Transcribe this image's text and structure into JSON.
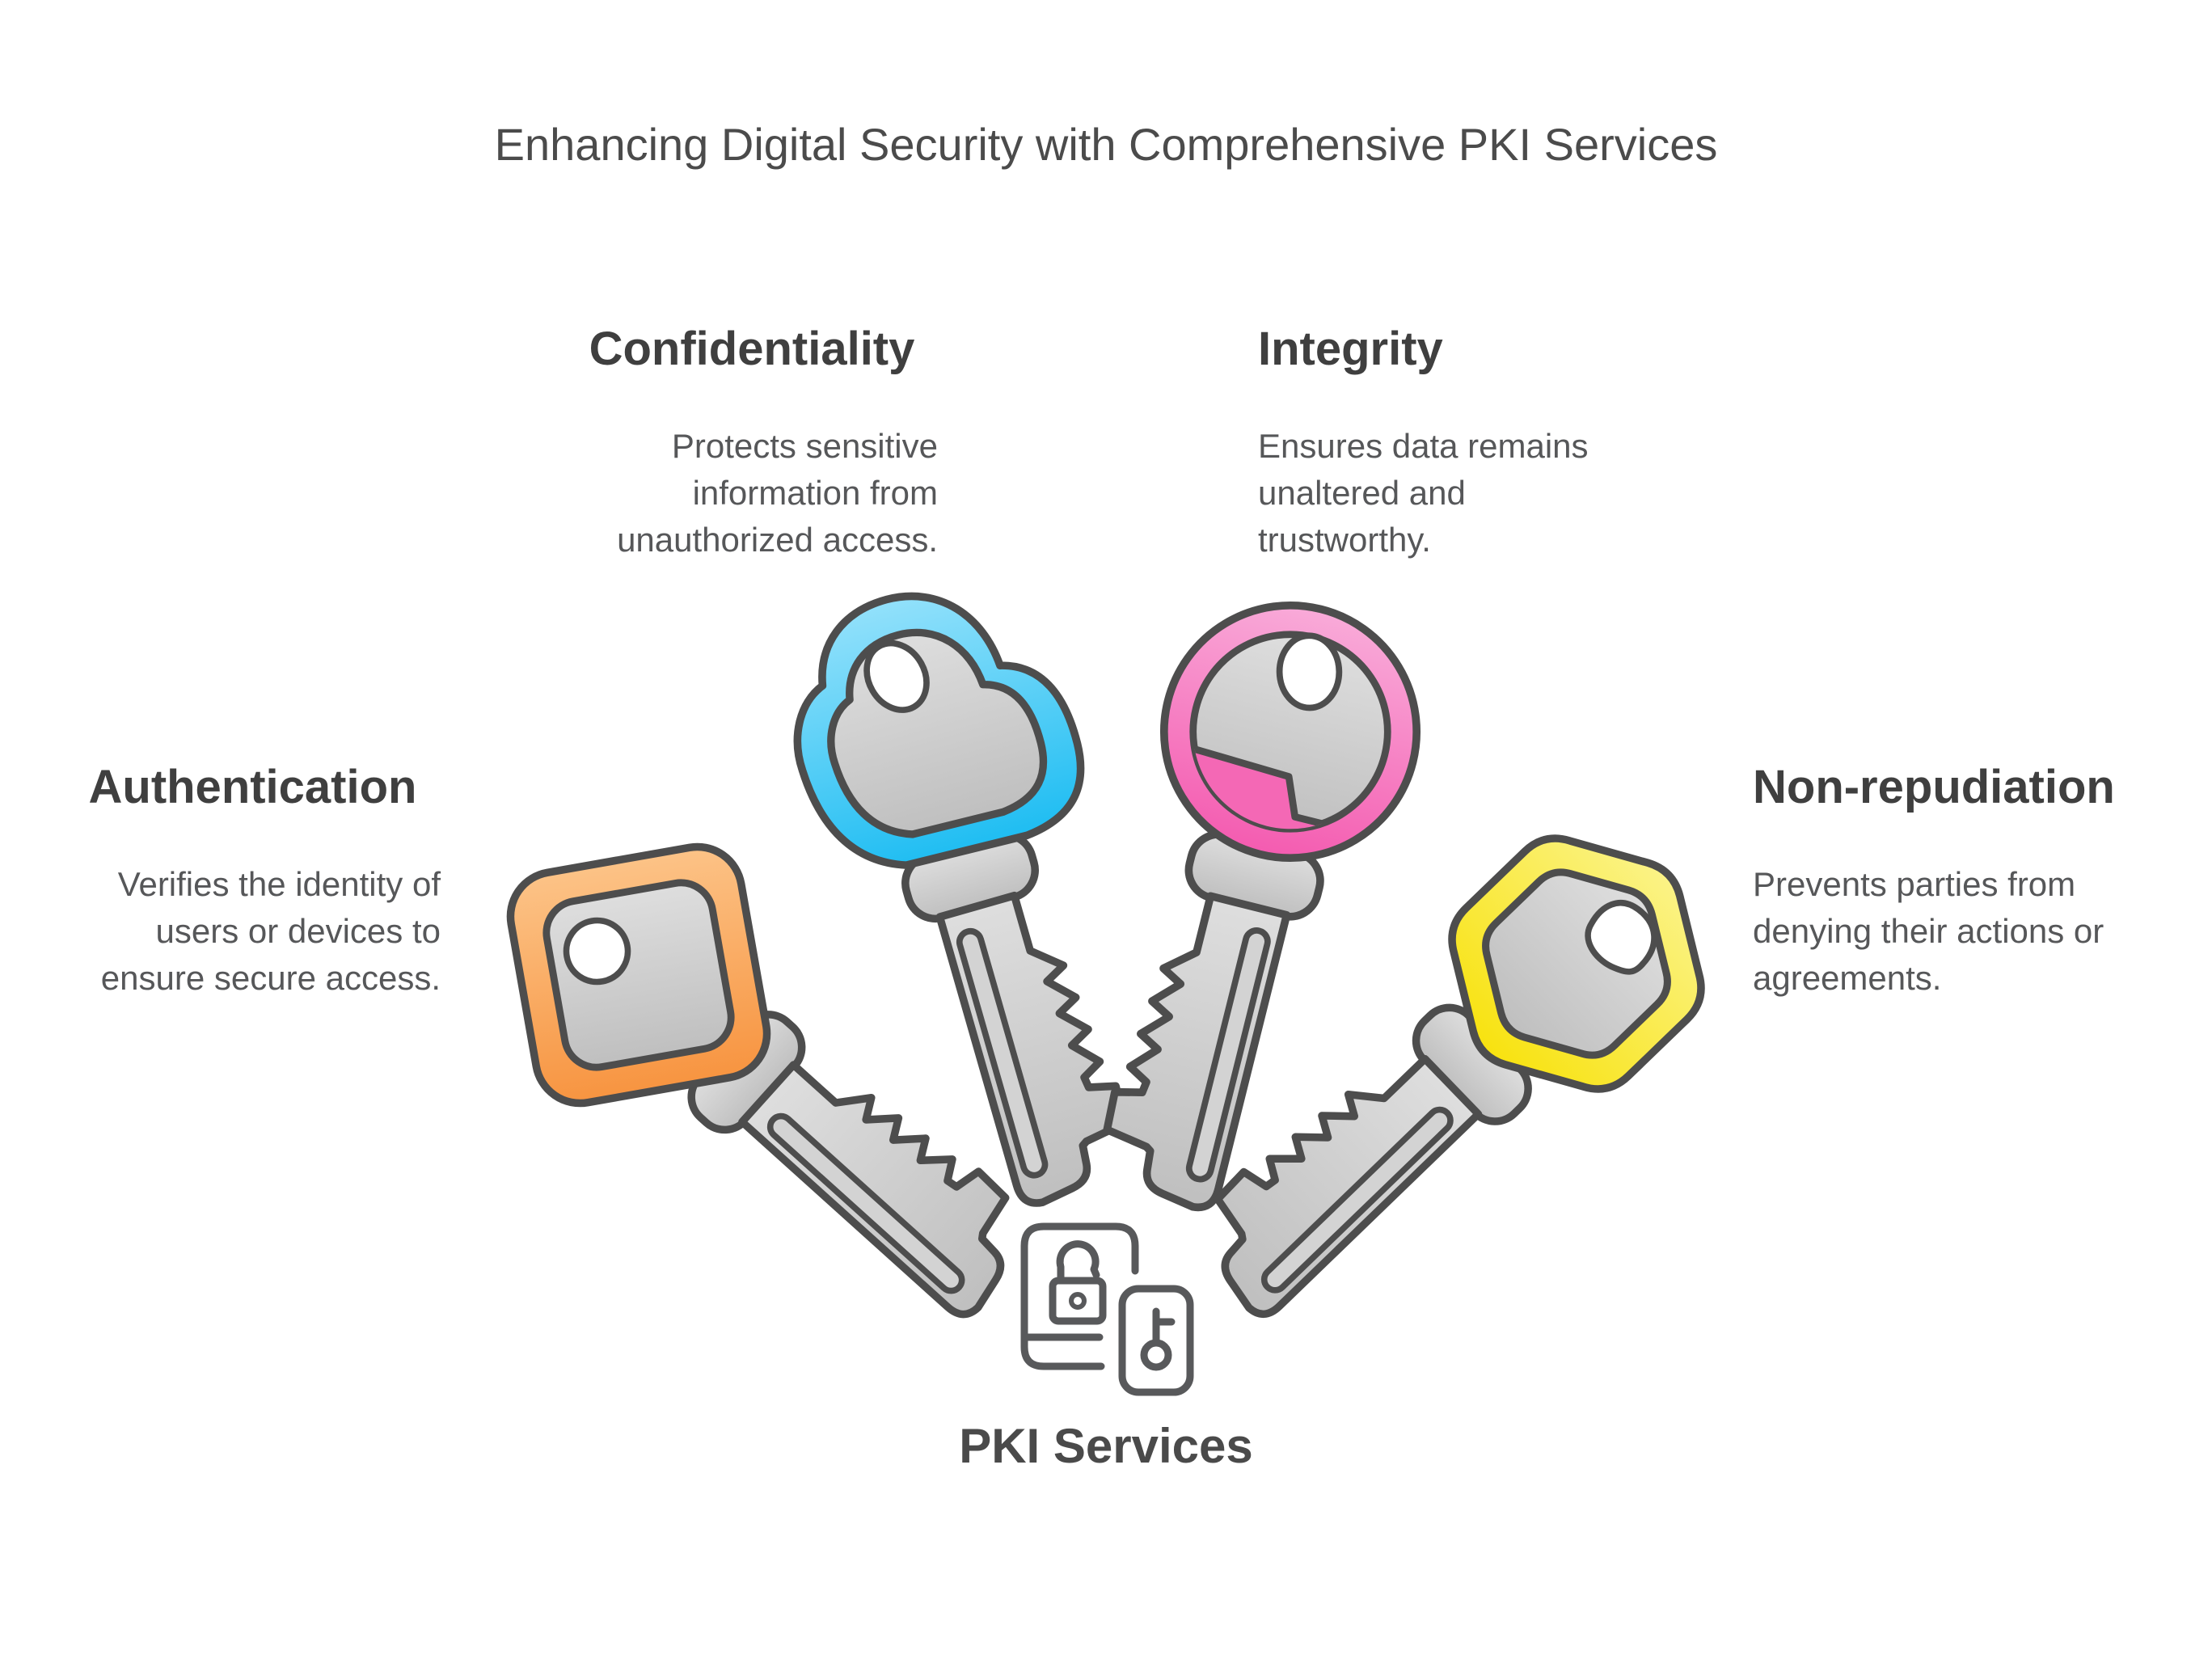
{
  "title": "Enhancing Digital Security with Comprehensive PKI Services",
  "cards": {
    "confidentiality": {
      "heading": "Confidentiality",
      "lines": [
        "Protects sensitive",
        "information from",
        "unauthorized access."
      ]
    },
    "integrity": {
      "heading": "Integrity",
      "lines": [
        "Ensures data remains",
        "unaltered and",
        "trustworthy."
      ]
    },
    "authentication": {
      "heading": "Authentication",
      "lines": [
        "Verifies the identity of",
        "users or devices to",
        "ensure secure access."
      ]
    },
    "non_repudiation": {
      "heading": "Non-repudiation",
      "lines": [
        "Prevents parties from",
        "denying their actions or",
        "agreements."
      ]
    }
  },
  "center_label": "PKI Services",
  "keys": [
    {
      "name": "authentication-key",
      "head_shape": "rounded-square",
      "color_name": "orange",
      "color_hex": "#F79440"
    },
    {
      "name": "confidentiality-key",
      "head_shape": "cloud",
      "color_name": "blue",
      "color_hex": "#1EBDF2"
    },
    {
      "name": "integrity-key",
      "head_shape": "round",
      "color_name": "pink",
      "color_hex": "#F45BB0"
    },
    {
      "name": "non-repudiation-key",
      "head_shape": "hexagon",
      "color_name": "yellow",
      "color_hex": "#F8E20E"
    }
  ],
  "icon": {
    "name": "pki-services-icon",
    "parts": [
      "device-with-open-padlock",
      "key-card"
    ]
  },
  "palette": {
    "outline": "#4D4D4D",
    "key_gray_light": "#DDDDDD",
    "key_gray_dark": "#BFBFBF",
    "orange_light": "#FCC387",
    "orange_dark": "#F79440",
    "blue_light": "#93E1FB",
    "blue_dark": "#1EBDF2",
    "pink_light": "#F9ABD9",
    "pink_dark": "#F45BB0",
    "pink_band": "#F468B5",
    "yellow_light": "#FBF387",
    "yellow_dark": "#F8E20E",
    "icon_stroke": "#58595B",
    "title_text": "#4B4B4B",
    "heading_text": "#3F3F3F",
    "body_text": "#565759"
  }
}
